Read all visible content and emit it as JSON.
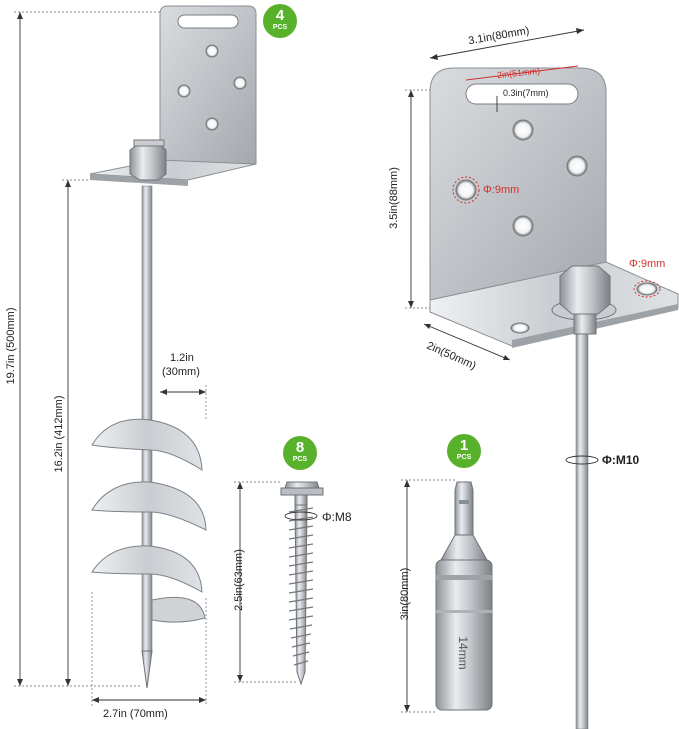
{
  "badges": {
    "brackets": {
      "count": "4",
      "unit": "PCS"
    },
    "screws": {
      "count": "8",
      "unit": "PCS"
    },
    "socket": {
      "count": "1",
      "unit": "PCS"
    }
  },
  "anchor_dims": {
    "total_length": "19.7in (500mm)",
    "shaft_length": "16.2in (412mm)",
    "helix_width": "1.2in",
    "helix_width_mm": "(30mm)",
    "base_width": "2.7in (70mm)"
  },
  "screw_dims": {
    "length": "2.5in(63mm)",
    "thread": "Φ:M8"
  },
  "socket_dims": {
    "length": "3in(80mm)",
    "size_mark": "14mm"
  },
  "bracket_dims": {
    "width": "3.1in(80mm)",
    "slot_length": "2in(51mm)",
    "slot_width": "0.3in(7mm)",
    "height": "3.5in(88mm)",
    "hole_side": "Φ:9mm",
    "hole_base": "Φ:9mm",
    "depth": "2in(50mm)",
    "rod": "Φ:M10"
  },
  "colors": {
    "badge": "#58b12b",
    "dimension_red": "#d0312d"
  }
}
